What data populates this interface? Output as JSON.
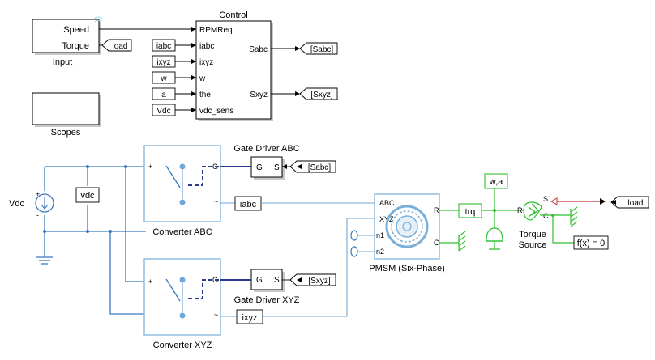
{
  "input_block": {
    "title": "Input",
    "ports": [
      "Speed",
      "Torque"
    ]
  },
  "control_block": {
    "title": "Control",
    "inputs": [
      "RPMReq",
      "iabc",
      "ixyz",
      "w",
      "the",
      "vdc_sens"
    ],
    "outputs": [
      "Sabc",
      "Sxyz"
    ]
  },
  "control_from_tags": [
    "iabc",
    "ixyz",
    "w",
    "a",
    "Vdc"
  ],
  "control_goto_tags": [
    "[Sabc]",
    "[Sxyz]"
  ],
  "load_goto_tag": "load",
  "scopes_block": {
    "title": "Scopes"
  },
  "dc_source": {
    "label": "Vdc",
    "plus": "+",
    "minus": "-"
  },
  "vdc_sensor": {
    "label": "vdc"
  },
  "converter_abc": {
    "title": "Converter ABC",
    "port_g": "G"
  },
  "converter_xyz": {
    "title": "Converter XYZ",
    "port_g": "G"
  },
  "gate_driver_abc": {
    "title": "Gate Driver ABC",
    "port_g": "G",
    "port_s": "S",
    "from_tag": "[Sabc]"
  },
  "gate_driver_xyz": {
    "title": "Gate Driver XYZ",
    "port_g": "G",
    "port_s": "S",
    "from_tag": "[Sxyz]"
  },
  "current_sensor_abc": {
    "label": "iabc"
  },
  "current_sensor_xyz": {
    "label": "ixyz"
  },
  "pmsm": {
    "title": "PMSM (Six-Phase)",
    "ports": [
      "ABC",
      "XYZ",
      "n1",
      "n2"
    ],
    "port_r": "R",
    "port_c": "C"
  },
  "torque_sensor": {
    "label": "trq"
  },
  "speed_sensor": {
    "label": "w,a"
  },
  "torque_source": {
    "title_line1": "Torque",
    "title_line2": "Source",
    "port_s": "S",
    "port_r": "R",
    "port_c": "C"
  },
  "solver": {
    "label": "f(x) = 0"
  },
  "load_from_tag": "load",
  "colors": {
    "electrical": "#3a78c0",
    "mechanical": "#2fbf2f",
    "signal": "#000000",
    "physical_signal": "#c03030"
  }
}
